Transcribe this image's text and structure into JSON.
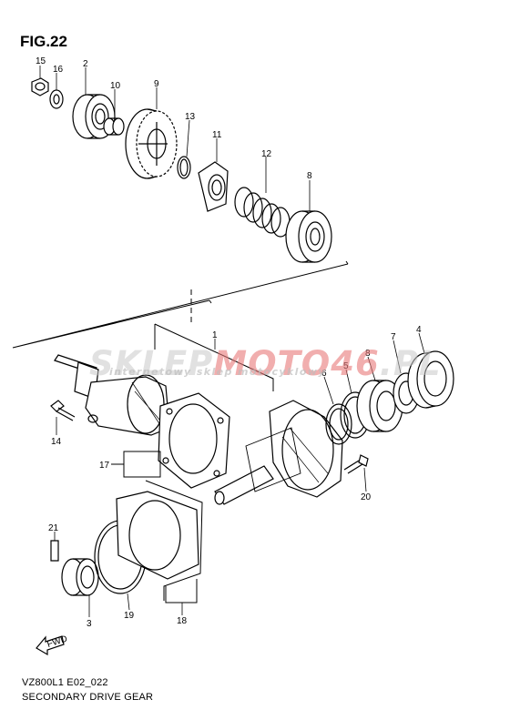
{
  "figure_label": "FIG.22",
  "footer": {
    "model_code": "VZ800L1 E02_022",
    "title": "SECONDARY DRIVE GEAR"
  },
  "watermark": {
    "part1": "SKLEP",
    "part2": "MOTO",
    "part3": "46",
    "part4": ".PL",
    "tagline": "internetowy sklep motocyklowy"
  },
  "direction_arrow_label": "FWD",
  "callouts": [
    "15",
    "16",
    "2",
    "10",
    "9",
    "13",
    "11",
    "12",
    "8",
    "1",
    "7",
    "4",
    "8",
    "5",
    "6",
    "14",
    "17",
    "20",
    "21",
    "3",
    "19",
    "18"
  ]
}
